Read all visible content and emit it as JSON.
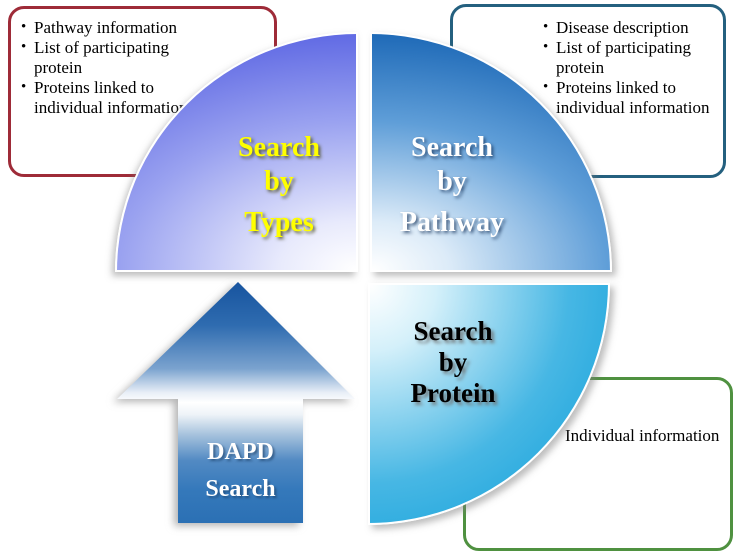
{
  "diagram": {
    "callouts": {
      "types": {
        "border_color": "#9e2b38",
        "bullets": [
          "Pathway information",
          "List of participating protein",
          "Proteins linked to individual information"
        ]
      },
      "pathway": {
        "border_color": "#24607f",
        "bullets": [
          "Disease description",
          "List of participating protein",
          "Proteins linked to individual information"
        ]
      },
      "protein": {
        "border_color": "#4f9140",
        "bullets": [
          "Individual information"
        ]
      }
    },
    "wheel": {
      "types": {
        "lines": [
          "Search",
          "by",
          "Types"
        ],
        "text_color": "#ffff00"
      },
      "pathway": {
        "lines": [
          "Search",
          "by",
          "Pathway"
        ],
        "text_color": "#ffffff"
      },
      "protein": {
        "lines": [
          "Search",
          "by",
          "Protein"
        ],
        "text_color": "#000000"
      }
    },
    "arrow": {
      "lines": [
        "DAPD",
        "Search"
      ],
      "text_color": "#ffffff"
    }
  }
}
